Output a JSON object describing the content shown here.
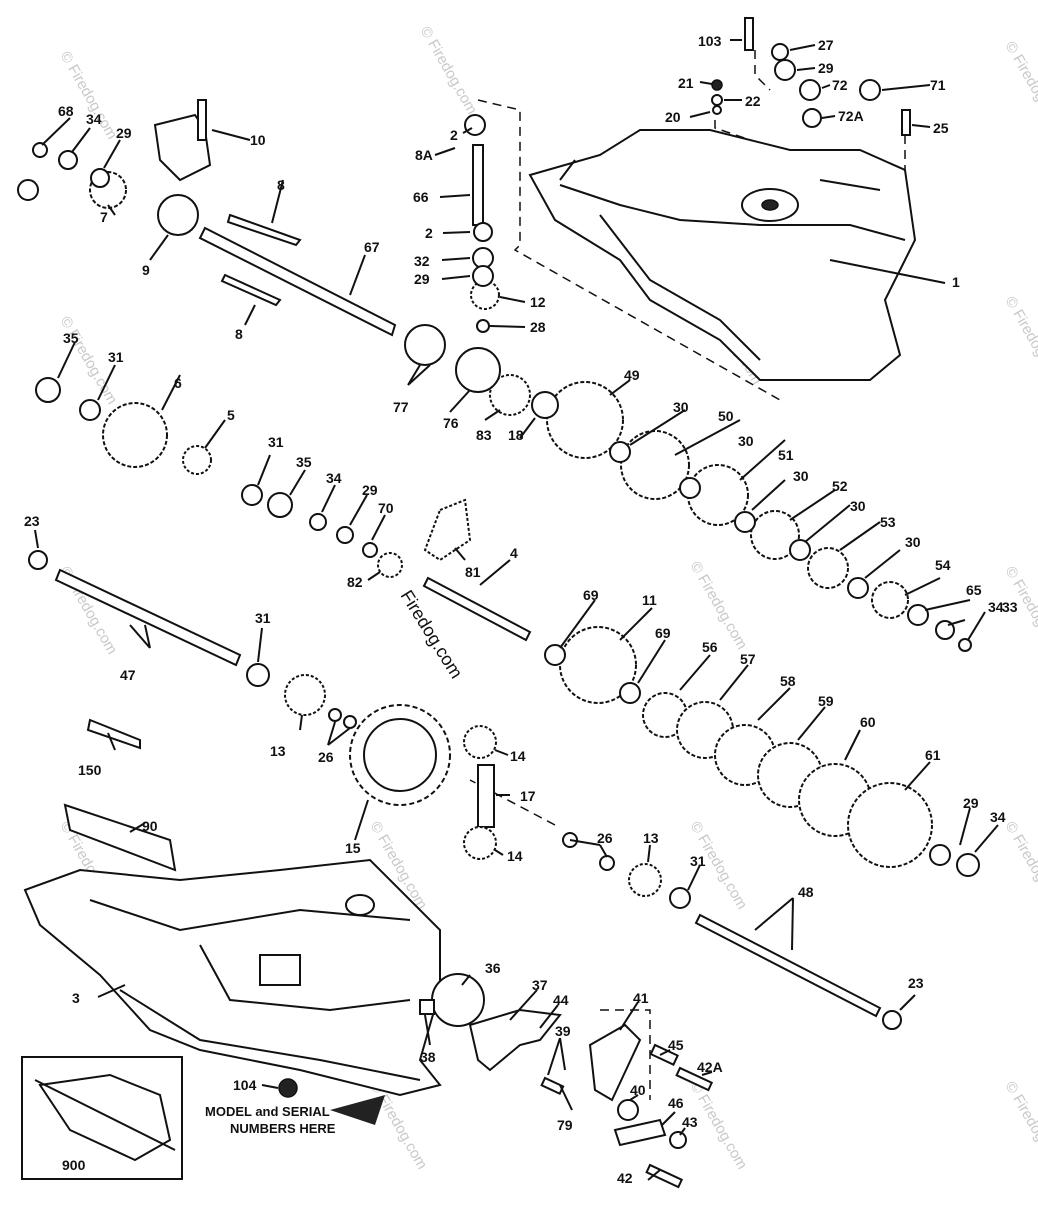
{
  "watermark": "© Firedog.com",
  "center_watermark": "Firedog.com",
  "note": {
    "line1": "MODEL and SERIAL",
    "line2": "NUMBERS HERE"
  },
  "labels": {
    "p103": "103",
    "p27": "27",
    "p29a": "29",
    "p21": "21",
    "p72": "72",
    "p71": "71",
    "p22": "22",
    "p20": "20",
    "p72a": "72A",
    "p25": "25",
    "p68": "68",
    "p34a": "34",
    "p29b": "29",
    "p10": "10",
    "p2a": "2",
    "p8a": "8A",
    "p7": "7",
    "p9": "9",
    "p66": "66",
    "p8b": "8",
    "p2b": "2",
    "p1": "1",
    "p32": "32",
    "p29c": "29",
    "p67": "67",
    "p12": "12",
    "p28": "28",
    "p8c": "8",
    "p35a": "35",
    "p31a": "31",
    "p6": "6",
    "p77": "77",
    "p76": "76",
    "p83": "83",
    "p18": "18",
    "p49": "49",
    "p5": "5",
    "p30a": "30",
    "p50": "50",
    "p30b": "30",
    "p31b": "31",
    "p35b": "35",
    "p51": "51",
    "p34b": "34",
    "p29d": "29",
    "p30c": "30",
    "p52": "52",
    "p70": "70",
    "p23a": "23",
    "p30d": "30",
    "p53": "53",
    "p81": "81",
    "p4": "4",
    "p30e": "30",
    "p82": "82",
    "p54": "54",
    "p65": "65",
    "p34c": "34",
    "p69a": "69",
    "p11": "11",
    "p33": "33",
    "p31c": "31",
    "p69b": "69",
    "p56": "56",
    "p57": "57",
    "p47": "47",
    "p58": "58",
    "p59": "59",
    "p60": "60",
    "p61": "61",
    "p14a": "14",
    "p13a": "13",
    "p26a": "26",
    "p150": "150",
    "p17": "17",
    "p90": "90",
    "p29e": "29",
    "p34d": "34",
    "p15": "15",
    "p26b": "26",
    "p14b": "14",
    "p13b": "13",
    "p31d": "31",
    "p48": "48",
    "p36": "36",
    "p3": "3",
    "p23b": "23",
    "p37": "37",
    "p44": "44",
    "p41": "41",
    "p39": "39",
    "p45": "45",
    "p38": "38",
    "p42a": "42A",
    "p104": "104",
    "p40": "40",
    "p79": "79",
    "p46": "46",
    "p43": "43",
    "p900": "900",
    "p42": "42"
  }
}
